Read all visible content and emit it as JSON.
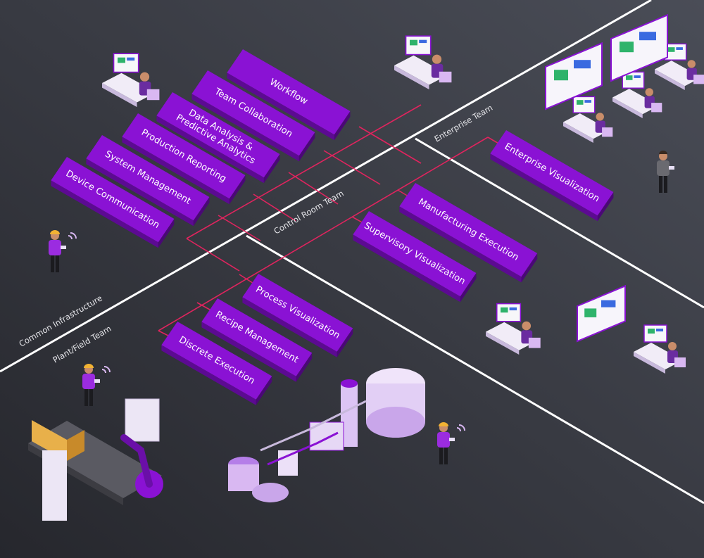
{
  "zones": {
    "common_infrastructure": "Common Infrastructure",
    "plant_field_team": "Plant/Field Team",
    "control_room_team": "Control Room Team",
    "enterprise_team": "Enterprise Team"
  },
  "modules": {
    "workflow": "Workflow",
    "team_collaboration": "Team Collaboration",
    "data_analysis": [
      "Data Analysis &",
      "Predictive Analytics"
    ],
    "production_reporting": "Production Reporting",
    "system_management": "System Management",
    "device_communication": "Device Communication",
    "enterprise_visualization": "Enterprise Visualization",
    "manufacturing_execution": "Manufacturing Execution",
    "supervisory_visualization": "Supervisory Visualization",
    "process_visualization": "Process Visualization",
    "recipe_management": "Recipe Management",
    "discrete_execution": "Discrete Execution"
  },
  "colors": {
    "background": "#2c2e35",
    "tile_top": "#8a12d4",
    "tile_side": "#5c0a92",
    "connector": "#e0245e",
    "divider": "#ffffff",
    "accent_light": "#d9b8f2"
  }
}
